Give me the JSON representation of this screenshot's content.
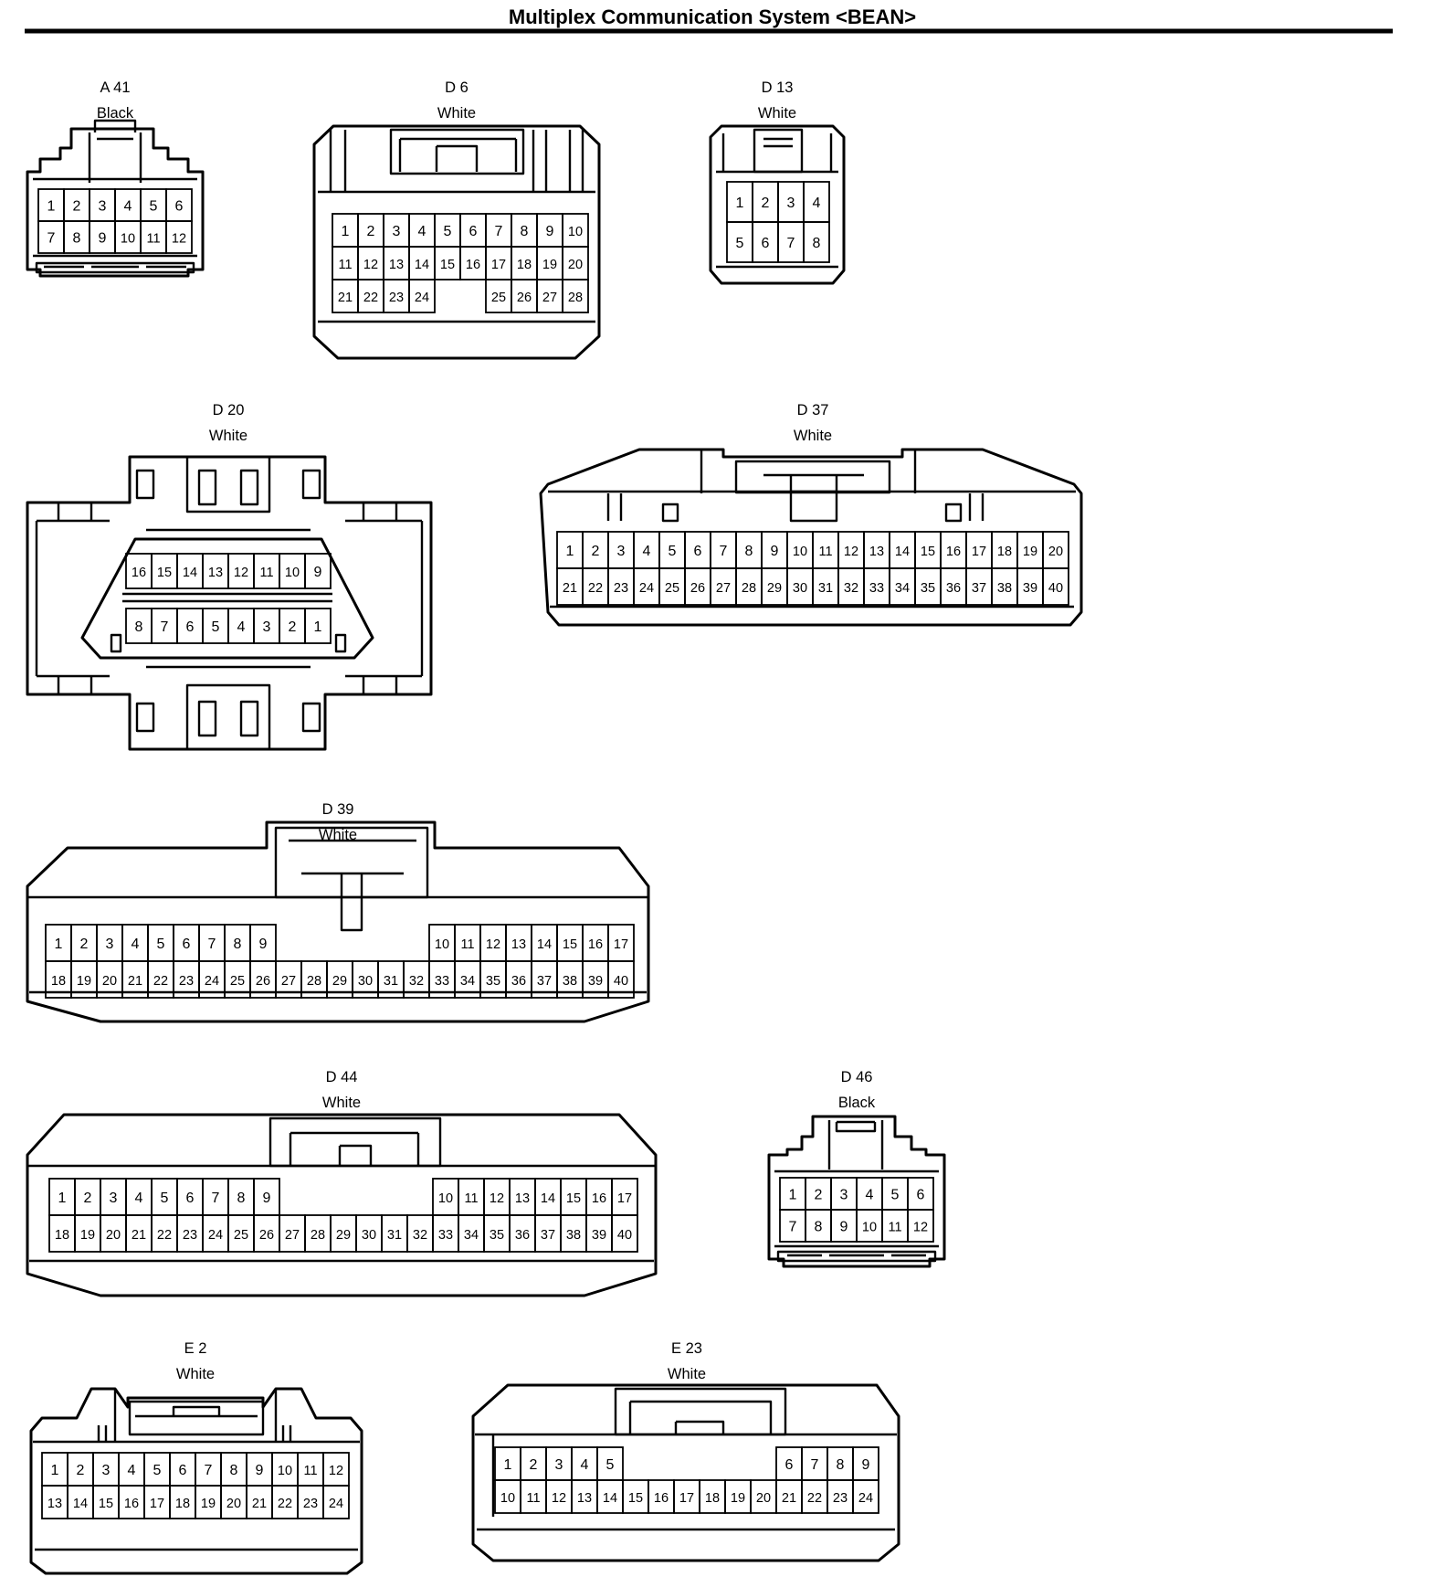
{
  "title": "Multiplex Communication System <BEAN>",
  "connectors": [
    {
      "id": "A 41",
      "color": "Black"
    },
    {
      "id": "D 6",
      "color": "White"
    },
    {
      "id": "D 13",
      "color": "White"
    },
    {
      "id": "D 20",
      "color": "White"
    },
    {
      "id": "D 37",
      "color": "White"
    },
    {
      "id": "D 39",
      "color": "White"
    },
    {
      "id": "D 44",
      "color": "White"
    },
    {
      "id": "D 46",
      "color": "Black"
    },
    {
      "id": "E 2",
      "color": "White"
    },
    {
      "id": "E 23",
      "color": "White"
    }
  ]
}
